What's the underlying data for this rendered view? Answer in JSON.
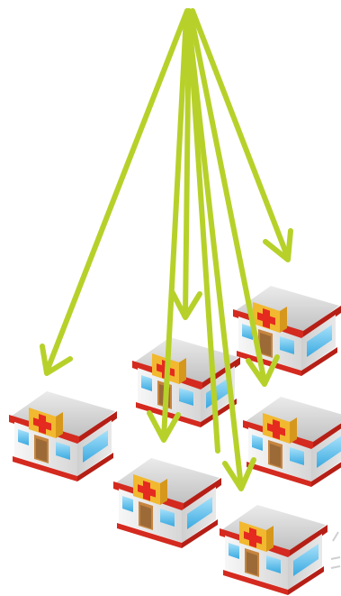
{
  "diagram": {
    "arrow_color": "#b7d12a",
    "roof_color": "#e02d22",
    "roof_top_color": "#d9d9d9",
    "wall_color": "#f4f4f4",
    "sign_color": "#f5c33b",
    "cross_color": "#e52a20",
    "window_color": "#68c7f2",
    "door_color": "#b8773a",
    "hub_icon": "fan-out-origin",
    "node_icon": "hospital-building-icon",
    "arrow_count": 7,
    "building_count": 6
  }
}
